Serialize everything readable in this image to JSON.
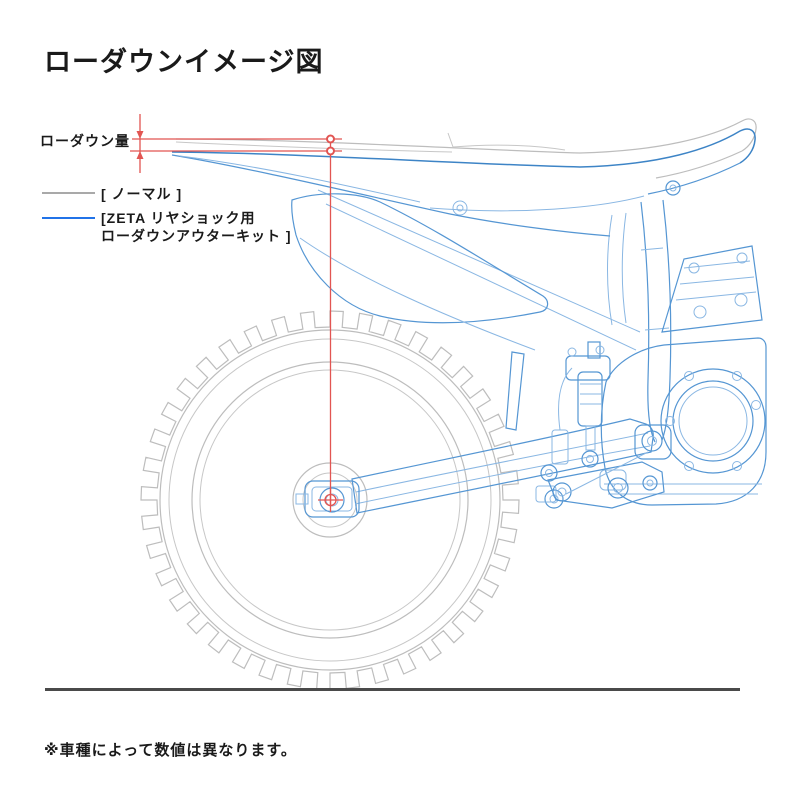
{
  "title": "ローダウンイメージ図",
  "annotation": {
    "label": "ローダウン量"
  },
  "legend": {
    "normal": {
      "label": "[ ノーマル ]",
      "color": "#a9a9a9"
    },
    "kit": {
      "label_line1": "[ZETA リヤショック用",
      "label_line2": "ローダウンアウターキット ]",
      "color": "#2173e8"
    }
  },
  "footnote": "※車種によって数値は異なります。",
  "colors": {
    "dimension_red": "#e25552",
    "drawing_blue": "#5596d3",
    "drawing_gray": "#bdbdbd",
    "divider_gray": "#4a4a4a",
    "text_black": "#1a1a1a"
  }
}
